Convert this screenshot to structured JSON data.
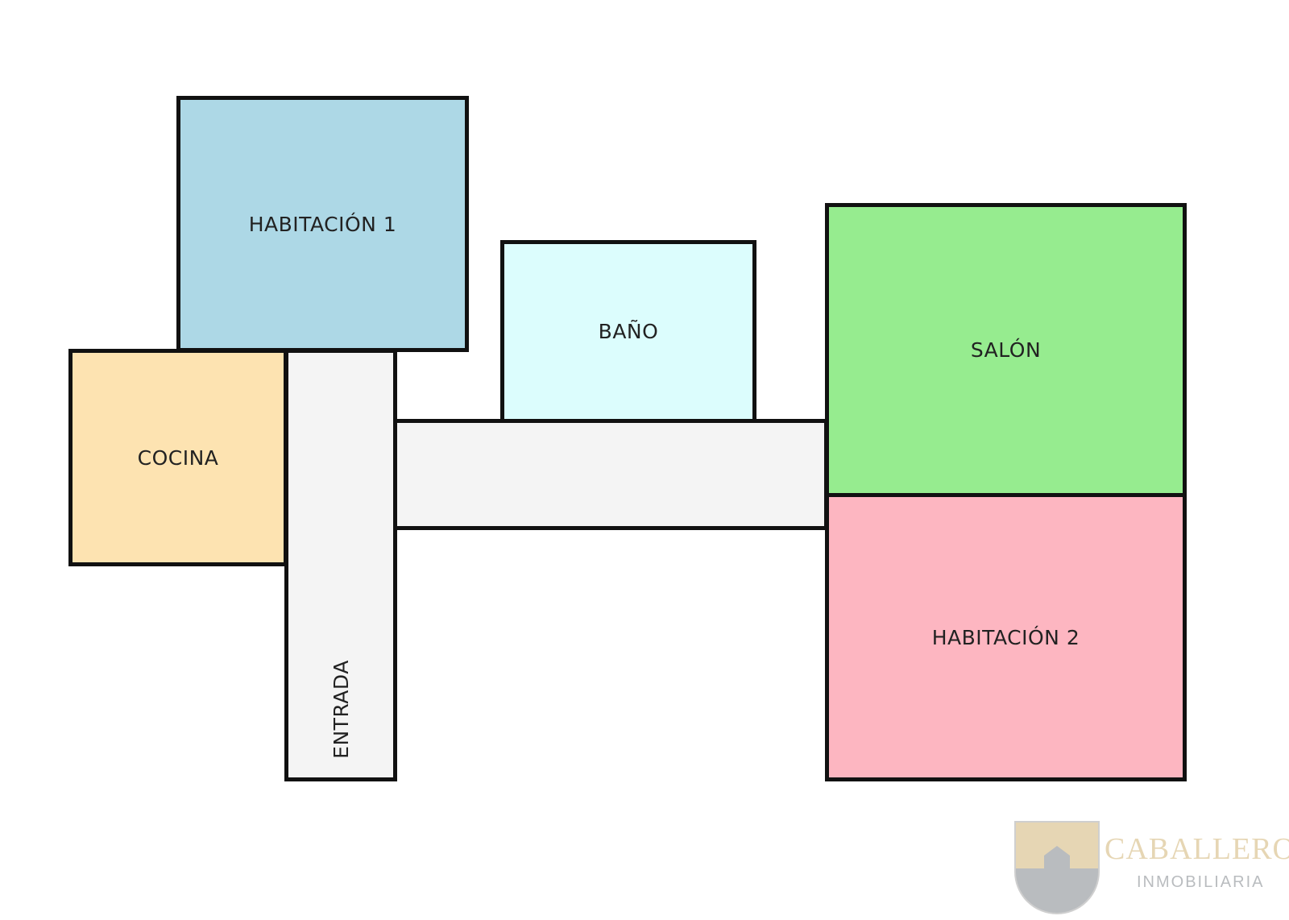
{
  "rooms": {
    "habitacion_1": {
      "label": "HABITACIÓN 1",
      "color": "#add8e6"
    },
    "cocina": {
      "label": "COCINA",
      "color": "#fde3b1"
    },
    "entrada": {
      "label": "ENTRADA",
      "color": "#f4f4f4"
    },
    "corridor": {
      "label": "",
      "color": "#f4f4f4"
    },
    "bano": {
      "label": "BAÑO",
      "color": "#dcfdfd"
    },
    "salon": {
      "label": "SALÓN",
      "color": "#96ec8f"
    },
    "habitacion_2": {
      "label": "HABITACIÓN 2",
      "color": "#fdb6c1"
    }
  },
  "watermark": {
    "name": "CABALLERO",
    "tagline": "INMOBILIARIA",
    "gold": "#e6d6b4",
    "grey": "#b9bcbf"
  }
}
